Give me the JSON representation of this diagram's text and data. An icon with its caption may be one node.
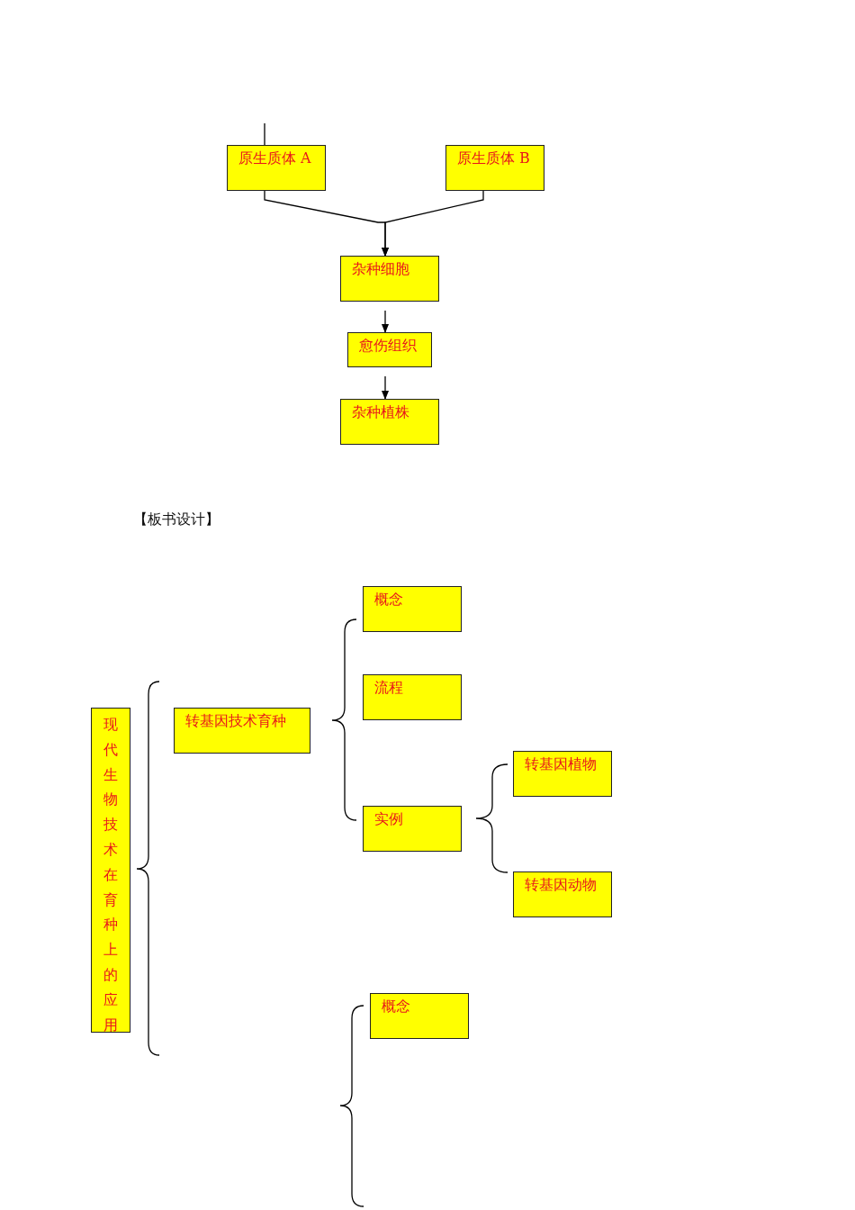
{
  "diagram": {
    "nodes": [
      {
        "text": [
          "原生质体 A"
        ]
      },
      {
        "text": [
          "原生质体 B"
        ]
      },
      {
        "text": [
          "杂种细胞"
        ]
      },
      {
        "text": [
          "愈伤组织"
        ]
      },
      {
        "text": [
          "杂种植株"
        ]
      },
      {
        "text": [
          "现代生物技术在育种上的应用"
        ]
      },
      {
        "text": [
          "转基因技术育种"
        ]
      },
      {
        "text": [
          "概念"
        ]
      },
      {
        "text": [
          "流程"
        ]
      },
      {
        "text": [
          "实例"
        ]
      },
      {
        "text": [
          "转基因植物"
        ]
      },
      {
        "text": [
          "转基因动物"
        ]
      },
      {
        "text": [
          "概念"
        ]
      }
    ],
    "edges": [
      {
        "from": null,
        "to": 0,
        "arrow": "none"
      },
      {
        "from": 0,
        "to": 2,
        "arrow": "to"
      },
      {
        "from": 1,
        "to": 2,
        "arrow": "to"
      },
      {
        "from": 2,
        "to": 3,
        "arrow": "to"
      },
      {
        "from": 3,
        "to": 4,
        "arrow": "to"
      }
    ],
    "labels": [
      "【板书设计】"
    ]
  }
}
